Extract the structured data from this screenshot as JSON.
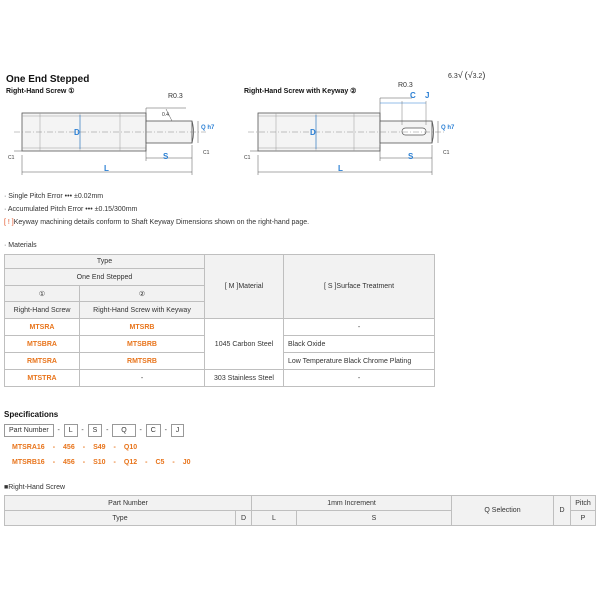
{
  "heading": "One End Stepped",
  "roughness": {
    "left": "6.3",
    "right": "3.2"
  },
  "diagram1": {
    "title": "Right-Hand Screw ①",
    "r_label": "R0.3",
    "d_label": "D",
    "q_label": "Q h7",
    "l_label": "L",
    "s_label": "S",
    "dim_04": "0.4",
    "dim_chamfer": "C1",
    "dim_chamfer2": "C1"
  },
  "diagram2": {
    "title": "Right-Hand Screw with Keyway ②",
    "r_label": "R0.3",
    "c_label": "C",
    "j_label": "J",
    "d_label": "D",
    "q_label": "Q h7",
    "l_label": "L",
    "s_label": "S",
    "dim_chamfer": "C1",
    "dim_chamfer2": "C1"
  },
  "notes": [
    "· Single Pitch Error ••• ±0.02mm",
    "· Accumulated Pitch Error ••• ±0.15/300mm"
  ],
  "keyway_note": {
    "bracket": "[ ! ]",
    "text": "Keyway machining details conform to Shaft Keyway Dimensions shown on the right-hand page."
  },
  "materials": {
    "caption": "· Materials",
    "header_type": "Type",
    "header_group": "One End Stepped",
    "header_col1_num": "①",
    "header_col2_num": "②",
    "header_col1": "Right-Hand Screw",
    "header_col2": "Right-Hand Screw with Keyway",
    "header_material": "[ M ]Material",
    "header_surface": "[ S ]Surface Treatment",
    "rows": [
      {
        "t1": "MTSRA",
        "t2": "MTSRB",
        "surface": "-"
      },
      {
        "t1": "MTSBRA",
        "t2": "MTSBRB",
        "surface": "Black Oxide"
      },
      {
        "t1": "RMTSRA",
        "t2": "RMTSRB",
        "surface": "Low Temperature Black Chrome Plating"
      },
      {
        "t1": "MTSTRA",
        "t2": "-",
        "material": "303 Stainless Steel",
        "surface": "-"
      }
    ],
    "shared_material": "1045 Carbon Steel"
  },
  "specifications": {
    "title": "Specifications",
    "part_number_label": "Part Number",
    "fields": [
      "L",
      "S",
      "Q",
      "C",
      "J"
    ],
    "dash": "-",
    "examples": [
      [
        "MTSRA16",
        "-",
        "456",
        "-",
        "S49",
        "-",
        "Q10"
      ],
      [
        "MTSRB16",
        "-",
        "456",
        "-",
        "S10",
        "-",
        "Q12",
        "-",
        "C5",
        "-",
        "J0"
      ]
    ]
  },
  "rh_table": {
    "caption": "■Right-Hand Screw",
    "part_number": "Part Number",
    "increment": "1mm Increment",
    "q_selection": "Q Selection",
    "d": "D",
    "pitch": "Pitch",
    "type": "Type",
    "d2": "D",
    "l": "L",
    "s": "S",
    "p": "P"
  }
}
